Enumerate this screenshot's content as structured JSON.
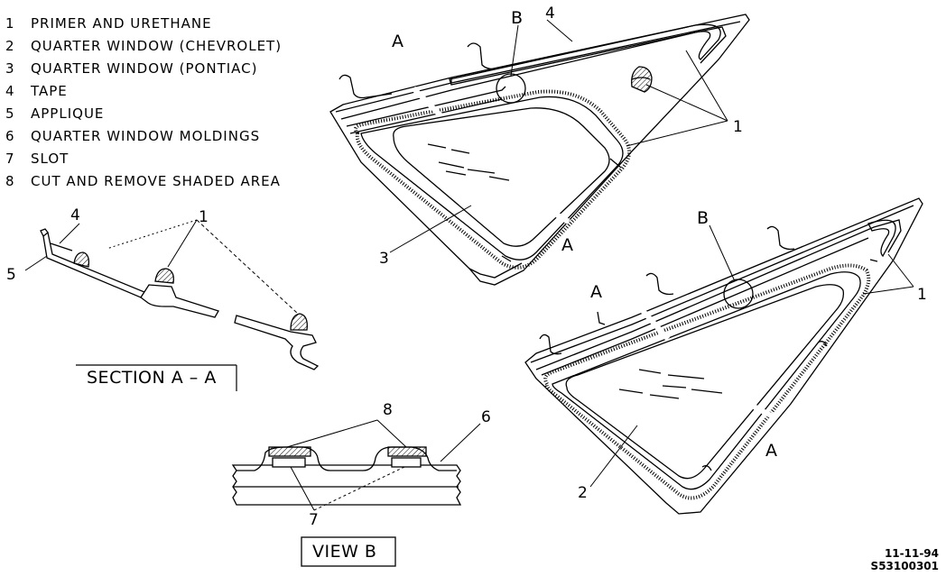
{
  "legend": [
    {
      "num": "1",
      "text": "PRIMER AND URETHANE"
    },
    {
      "num": "2",
      "text": "QUARTER WINDOW (CHEVROLET)"
    },
    {
      "num": "3",
      "text": "QUARTER WINDOW (PONTIAC)"
    },
    {
      "num": "4",
      "text": "TAPE"
    },
    {
      "num": "5",
      "text": "APPLIQUE"
    },
    {
      "num": "6",
      "text": "QUARTER WINDOW MOLDINGS"
    },
    {
      "num": "7",
      "text": "SLOT"
    },
    {
      "num": "8",
      "text": "CUT AND REMOVE SHADED AREA"
    }
  ],
  "section_label": "SECTION A – A",
  "view_label": "VIEW B",
  "callouts": {
    "a": "A",
    "b": "B",
    "n1": "1",
    "n2": "2",
    "n3": "3",
    "n4": "4",
    "n5": "5",
    "n6": "6",
    "n7": "7",
    "n8": "8"
  },
  "footer": {
    "date": "11-11-94",
    "code": "S53100301"
  }
}
